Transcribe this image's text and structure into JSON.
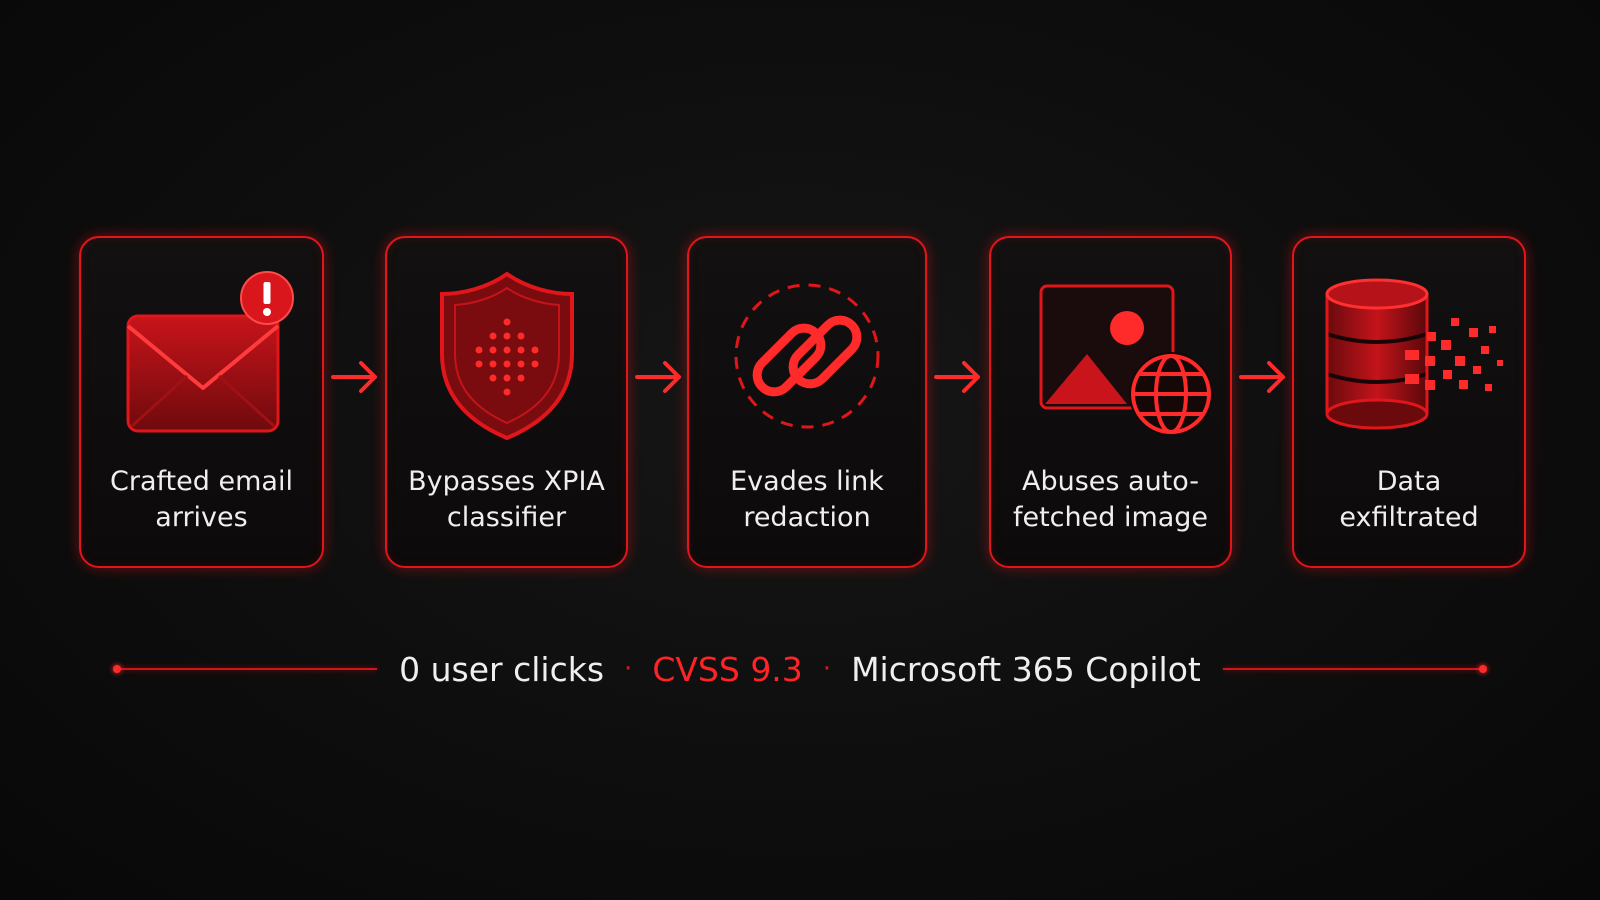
{
  "theme": {
    "background": "#0d0d0d",
    "accent": "#e0161b",
    "text": "#f1eeee"
  },
  "steps": [
    {
      "label": "Crafted email\narrives",
      "icon": "email-alert-icon"
    },
    {
      "label": "Bypasses XPIA\nclassifier",
      "icon": "shield-icon"
    },
    {
      "label": "Evades link\nredaction",
      "icon": "link-icon"
    },
    {
      "label": "Abuses auto-\nfetched image",
      "icon": "image-globe-icon"
    },
    {
      "label": "Data\nexfiltrated",
      "icon": "database-exfil-icon"
    }
  ],
  "footer": {
    "clicks": "0 user clicks",
    "separator": "·",
    "cvss": "CVSS 9.3",
    "product": "Microsoft 365 Copilot"
  }
}
